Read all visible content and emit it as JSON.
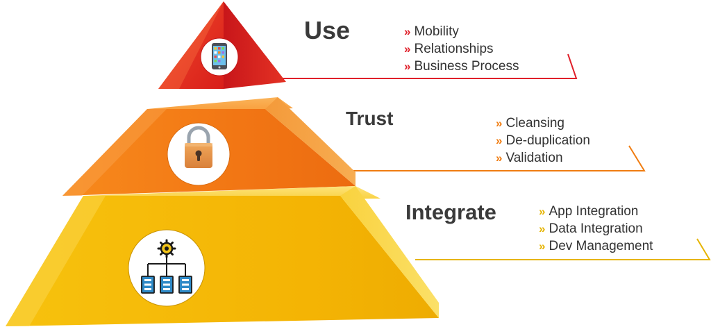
{
  "colors": {
    "use": "#e8261c",
    "trust": "#f4801a",
    "integrate": "#f2b806"
  },
  "tiers": [
    {
      "title": "Use",
      "icon": "smartphone-icon",
      "items": [
        "Mobility",
        "Relationships",
        "Business Process"
      ]
    },
    {
      "title": "Trust",
      "icon": "padlock-icon",
      "items": [
        "Cleansing",
        "De-duplication",
        "Validation"
      ]
    },
    {
      "title": "Integrate",
      "icon": "gear-network-icon",
      "items": [
        "App Integration",
        "Data Integration",
        "Dev Management"
      ]
    }
  ],
  "bullet_marker": "»"
}
